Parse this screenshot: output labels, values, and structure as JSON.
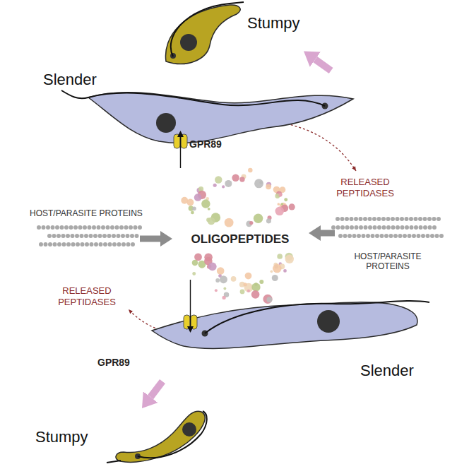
{
  "diagram": {
    "nodes": [
      {
        "text": [
          "Stumpy"
        ]
      },
      {
        "text": [
          "Slender"
        ]
      },
      {
        "text": [
          "Slender"
        ]
      },
      {
        "text": [
          "Stumpy"
        ]
      }
    ],
    "edges": [
      {
        "from": 1,
        "to": 0,
        "arrow": "to"
      },
      {
        "from": 2,
        "to": 3,
        "arrow": "to"
      }
    ],
    "labels": [
      "GPR89",
      "RELEASED PEPTIDASES",
      "HOST/PARASITE PROTEINS",
      "OLIGOPEPTIDES",
      "HOST/PARASITE PROTEINS",
      "RELEASED PEPTIDASES",
      "GPR89"
    ]
  }
}
